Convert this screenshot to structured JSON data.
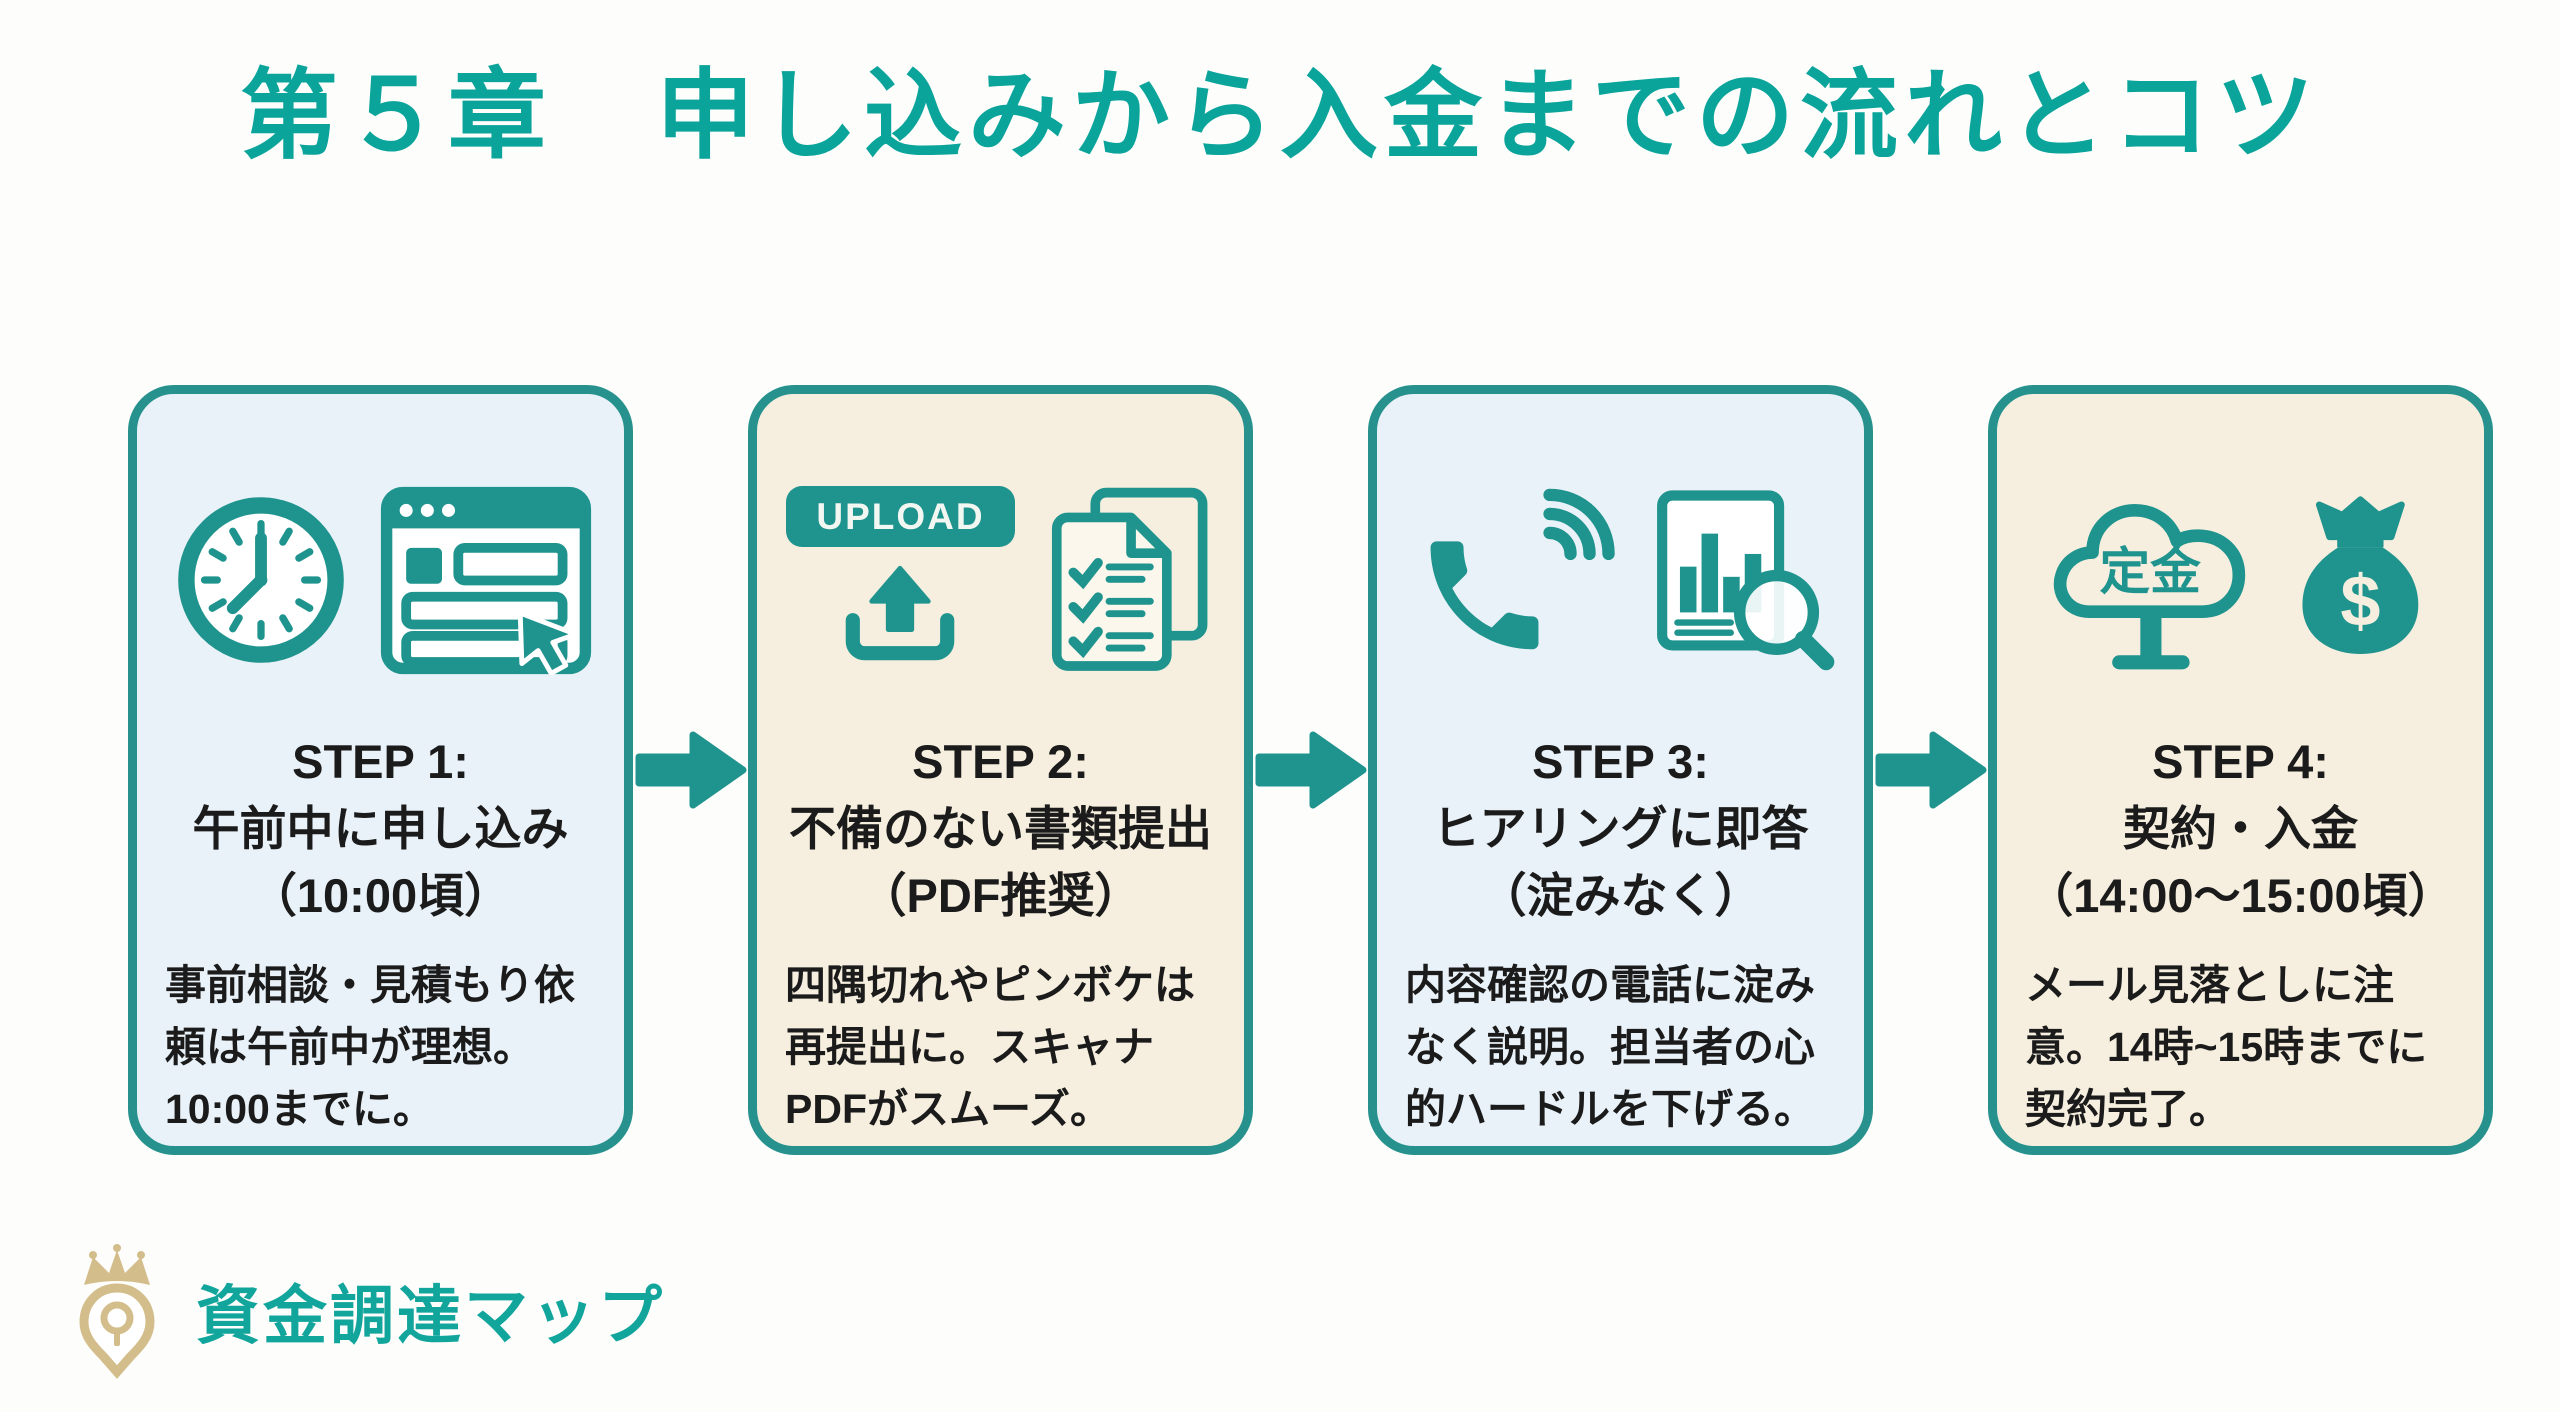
{
  "title": "第５章　申し込みから入金までの流れとコツ",
  "colors": {
    "accent_teal": "#1f938d",
    "title_teal": "#0aa49b",
    "card_border_teal": "#27928d",
    "card_blue_bg": "#e9f2f8",
    "card_cream_bg": "#f6efdf",
    "text_dark": "#1b1b1b",
    "logo_gold": "#d3bd8b"
  },
  "steps": [
    {
      "variant": "blue",
      "icons": [
        "clock-icon",
        "web-form-cursor-icon"
      ],
      "heading1": "STEP 1:",
      "heading2": "午前中に申し込み",
      "heading3": "（10:00頃）",
      "body": "事前相談・見積もり依頼は午前中が理想。10:00までに。"
    },
    {
      "variant": "cream",
      "icons": [
        "upload-button",
        "upload-tray-icon",
        "checklist-document-icon"
      ],
      "upload_label": "UPLOAD",
      "heading1": "STEP 2:",
      "heading2": "不備のない書類提出",
      "heading3": "（PDF推奨）",
      "body": "四隅切れやピンボケは再提出に。スキャナPDFがスムーズ。"
    },
    {
      "variant": "blue",
      "icons": [
        "phone-call-waves-icon",
        "report-magnifier-icon"
      ],
      "heading1": "STEP 3:",
      "heading2": "ヒアリングに即答",
      "heading3": "（淀みなく）",
      "body": "内容確認の電話に淀みなく説明。担当者の心的ハードルを下げる。"
    },
    {
      "variant": "cream",
      "icons": [
        "money-tree-cloud-icon",
        "money-bag-icon"
      ],
      "cloud_label": "定金",
      "dollar_label": "$",
      "heading1": "STEP 4:",
      "heading2": "契約・入金",
      "heading3": "（14:00～15:00頃）",
      "body": "メール見落としに注意。14時~15時までに契約完了。"
    }
  ],
  "flow_arrows": [
    "flow-arrow-icon",
    "flow-arrow-icon",
    "flow-arrow-icon"
  ],
  "logo": {
    "icon": "crown-map-pin-icon",
    "brand_text": "資金調達マップ"
  }
}
